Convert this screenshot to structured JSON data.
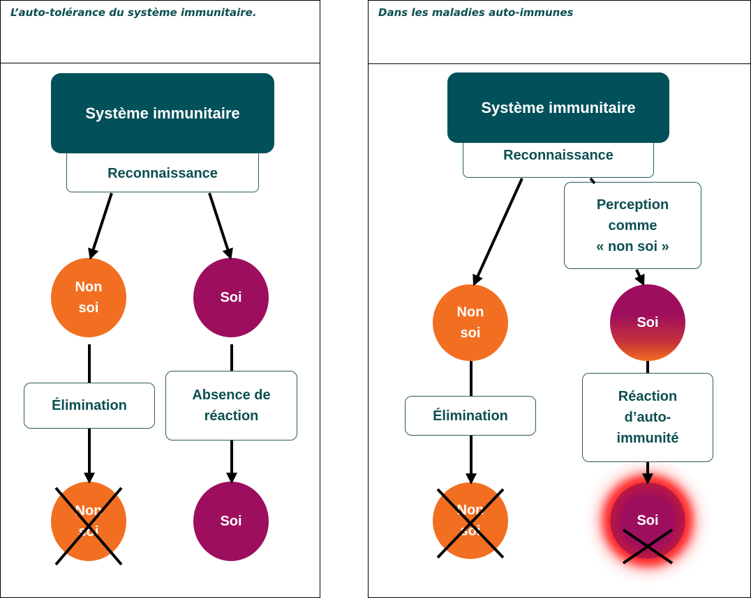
{
  "left_panel": {
    "title": "L’auto-tolérance du système immunitaire.",
    "immune_system": "Système immunitaire",
    "recognition": "Reconnaissance",
    "non_self": "Non\nsoi",
    "self": "Soi",
    "elimination": "Élimination",
    "no_reaction": "Absence de\nréaction",
    "non_self_eliminated": "Non\nsoi",
    "self_result": "Soi"
  },
  "right_panel": {
    "title": "Dans les maladies auto-immunes",
    "immune_system": "Système immunitaire",
    "recognition": "Reconnaissance",
    "perception": "Perception\ncomme\n« non soi »",
    "non_self": "Non\nsoi",
    "self": "Soi",
    "elimination": "Élimination",
    "autoimmune_reaction": "Réaction\nd’auto-\nimmunité",
    "non_self_eliminated": "Non\nsoi",
    "self_destroyed": "Soi"
  },
  "colors": {
    "teal": "#02505a",
    "text_teal": "#0d4f50",
    "orange": "#f26f21",
    "purple": "#9e0e5e",
    "red_glow": "#ff0000"
  }
}
